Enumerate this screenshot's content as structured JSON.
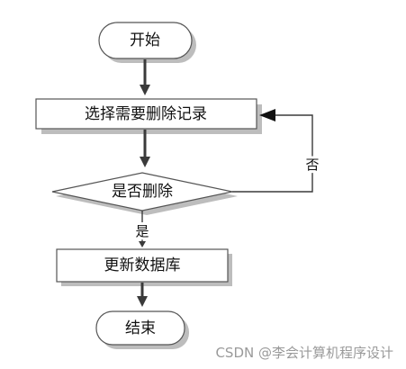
{
  "nodes": {
    "start": "开始",
    "select": "选择需要删除记录",
    "decision": "是否删除",
    "update": "更新数据库",
    "end": "结束"
  },
  "edges": {
    "yes": "是",
    "no": "否"
  },
  "watermark": "CSDN @李会计算机程序设计",
  "colors": {
    "stroke": "#555555",
    "arrow": "#3a3a3a",
    "shadow": "#bdbdbd",
    "watermark": "#9a9a9a"
  }
}
